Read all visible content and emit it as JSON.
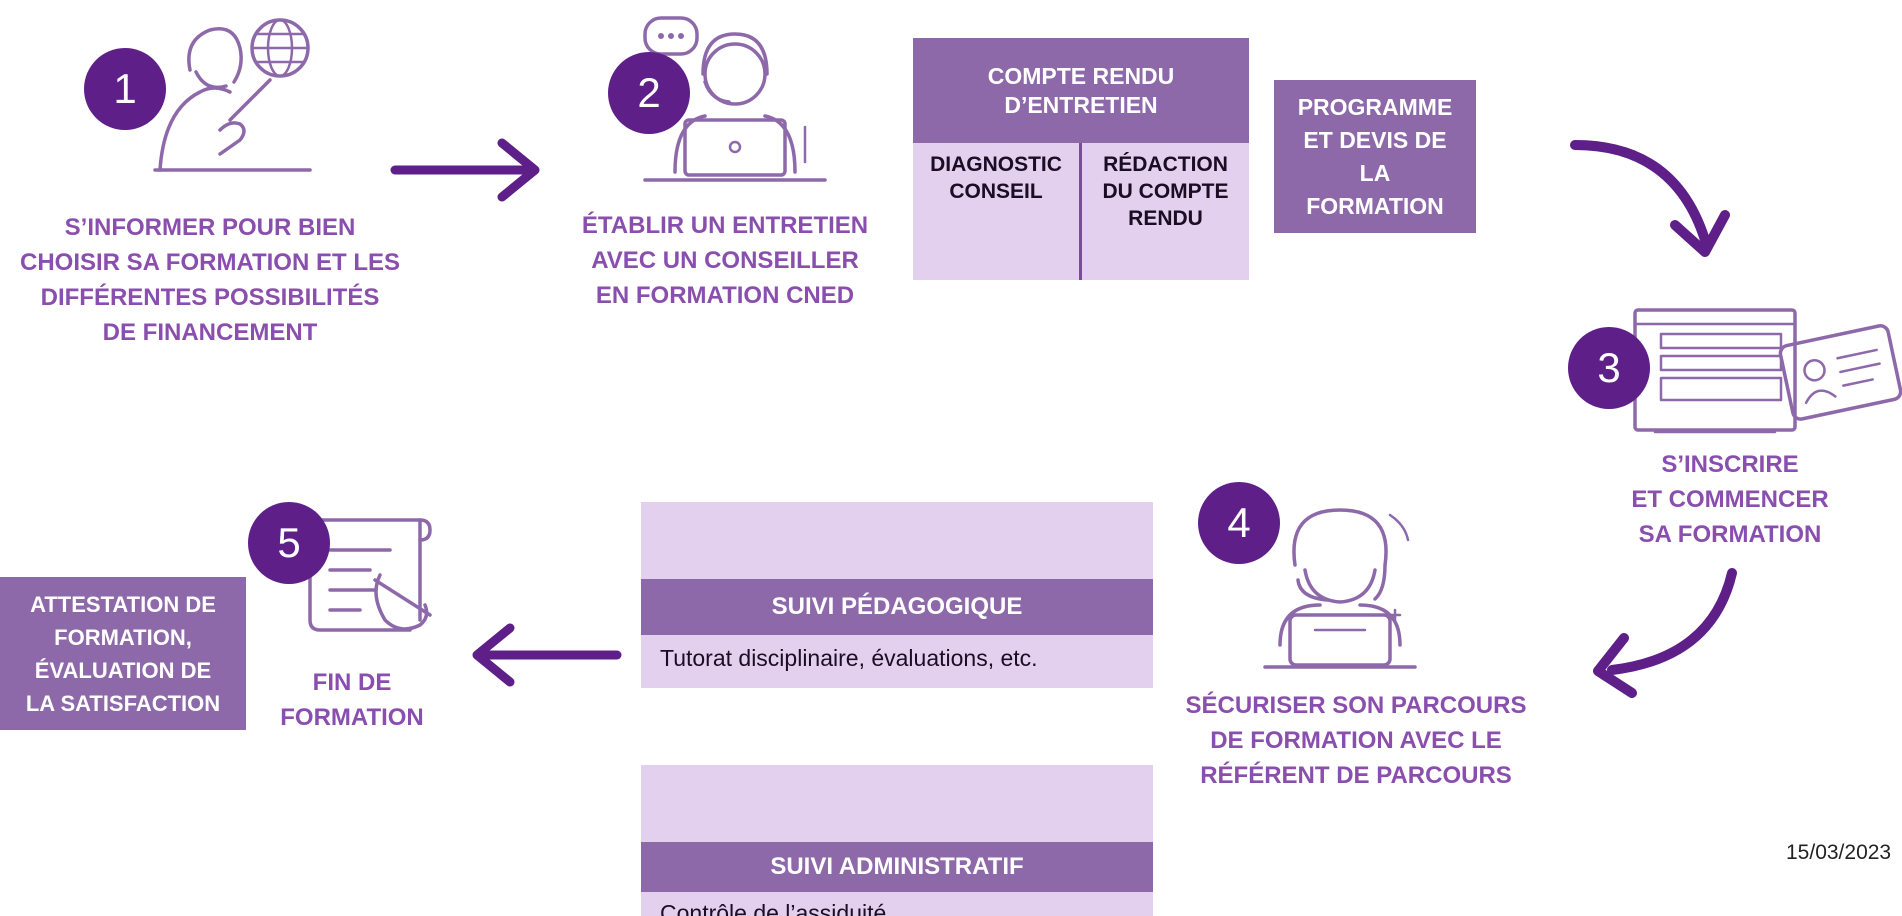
{
  "steps": [
    {
      "number": "1",
      "text": "S’INFORMER POUR BIEN\nCHOISIR SA FORMATION ET LES\nDIFFÉRENTES POSSIBILITÉS\nDE FINANCEMENT"
    },
    {
      "number": "2",
      "text": "ÉTABLIR UN ENTRETIEN\nAVEC UN CONSEILLER\nEN FORMATION CNED"
    },
    {
      "number": "3",
      "text": "S’INSCRIRE\nET COMMENCER\nSA FORMATION"
    },
    {
      "number": "4",
      "text": "SÉCURISER SON PARCOURS\nDE FORMATION AVEC LE\nRÉFÉRENT DE PARCOURS"
    },
    {
      "number": "5",
      "text": "FIN DE\nFORMATION"
    }
  ],
  "compte_rendu": {
    "title": "COMPTE RENDU\nD’ENTRETIEN",
    "col1": "DIAGNOSTIC\nCONSEIL",
    "col2": "RÉDACTION\nDU COMPTE\nRENDU"
  },
  "programme": "PROGRAMME\nET DEVIS DE\nLA\nFORMATION",
  "suivi_pedagogique": {
    "title": "SUIVI PÉDAGOGIQUE",
    "text": "Tutorat disciplinaire, évaluations, etc."
  },
  "suivi_administratif": {
    "title": "SUIVI ADMINISTRATIF",
    "text": "Contrôle de l’assiduité"
  },
  "attestation": "ATTESTATION DE\nFORMATION,\nÉVALUATION DE\nLA SATISFACTION",
  "date": "15/03/2023",
  "colors": {
    "badge": "#5e1f88",
    "text_purple": "#8a4fae",
    "box_dark": "#8d69aa",
    "box_light": "#e2d0ee",
    "arrow": "#5e1f88"
  }
}
